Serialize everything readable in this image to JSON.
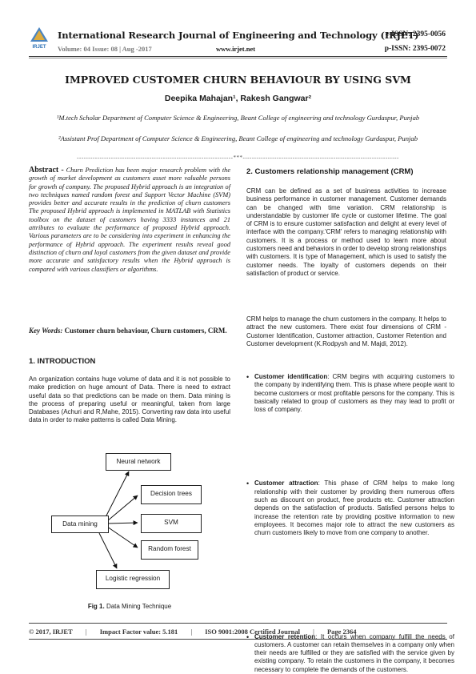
{
  "header": {
    "logo_text": "IRJET",
    "journal": "International Research Journal of Engineering and Technology (IRJET)",
    "volume": "Volume: 04 Issue: 08 | Aug -2017",
    "website": "www.irjet.net",
    "eissn": "e-ISSN: 2395-0056",
    "pissn": "p-ISSN: 2395-0072"
  },
  "paper": {
    "title": "IMPROVED CUSTOMER CHURN BEHAVIOUR BY USING SVM",
    "authors": "Deepika Mahajan¹, Rakesh Gangwar²",
    "affiliation1": "¹M.tech Scholar Department of Computer Science & Engineering, Beant College of engineering and technology Gurdaspur, Punjab",
    "affiliation2": "²Assistant Prof Department of Computer Science & Engineering, Beant College of engineering and technology Gurdaspur, Punjab",
    "separator": "---------------------------------------------------------------------***---------------------------------------------------------------------"
  },
  "abstract": {
    "label": "Abstract -",
    "text": "Churn Prediction has been major research problem with the growth of market development as customers asset more valuable persons for growth of company. The proposed Hybrid approach is an integration of two techniques named random forest and Support Vector Machine (SVM) provides better and accurate results in the prediction of churn customers The proposed Hybrid approach is implemented in MATLAB with Statistics toolbox on the dataset of customers having 3333 instances and 21 attributes to evaluate the performance of proposed Hybrid approach. Various parameters are to be considering into experiment in enhancing the performance of Hybrid approach. The experiment results reveal good distinction of churn and loyal customers from the given dataset and provide more accurate and satisfactory results when the Hybrid approach is compared with various classifiers or algorithms."
  },
  "keywords": {
    "label": "Key Words:",
    "text": "Customer churn behaviour, Churn customers, CRM."
  },
  "intro": {
    "heading": "1. INTRODUCTION",
    "text": "An organization contains huge volume of data and it is not possible to make prediction on huge amount of Data. There is need to extract useful data so that predictions can be made on them. Data mining is the process of preparing useful or meaningful, taken from large Databases (Achuri and R,Mahe, 2015). Converting raw data into useful data in order to make patterns is called Data Mining."
  },
  "figure": {
    "root": "Data mining",
    "nodes": [
      "Neural network",
      "Decision trees",
      "SVM",
      "Random forest",
      "Logistic regression"
    ],
    "caption_label": "Fig 1.",
    "caption_text": "Data Mining Technique"
  },
  "section2": {
    "heading": "2. Customers relationship management (CRM)",
    "para1": "CRM can be defined as a set of business activities to increase business performance in customer management. Customer demands can be changed with time variation. CRM relationship is understandable by customer life cycle or customer lifetime. The goal of CRM is to ensure customer satisfaction and delight at every level of interface with the company.'CRM' refers to managing relationship with customers. It is a process or method used to learn more about customers need and behaviors in order to develop strong relationships with customers. It is type of Management, which is used to satisfy the customer needs. The loyalty of customers depends on their satisfaction of product or service.",
    "para2": "CRM helps to manage the churn customers in the company. It helps to attract the new customers. There exist four dimensions of CRM - Customer Identification, Customer attraction, Customer Retention and Customer development (K.Rodpysh and M. Majdi, 2012).",
    "bullets": [
      {
        "term": "Customer identification",
        "text": ": CRM begins with acquiring customers to the company by indentifying them. This is phase where people want to become customers or most profitable persons for the company. This is basically related to group of customers as they may lead to profit or loss of company."
      },
      {
        "term": "Customer attraction",
        "text": ": This phase of CRM helps to make long relationship with their customer by providing them numerous offers such as discount on product, free products etc. Customer attraction depends on the satisfaction of products. Satisfied persons helps to increase the retention rate by providing positive information to new employees. It becomes major role to attract the new customers as churn customers likely to move from one company to another."
      },
      {
        "term": "Customer retention",
        "text": ": It occurs when company fulfill the needs of customers. A customer can retain themselves in a company only when their needs are fulfilled or they are satisfied with the service given by existing company. To retain the customers in the company, it becomes necessary to complete the demands of the customers."
      }
    ]
  },
  "footer": {
    "copyright": "© 2017, IRJET",
    "impact": "Impact Factor value: 5.181",
    "iso": "ISO 9001:2008 Certified Journal",
    "page": "Page 2364",
    "pipe": "|"
  }
}
